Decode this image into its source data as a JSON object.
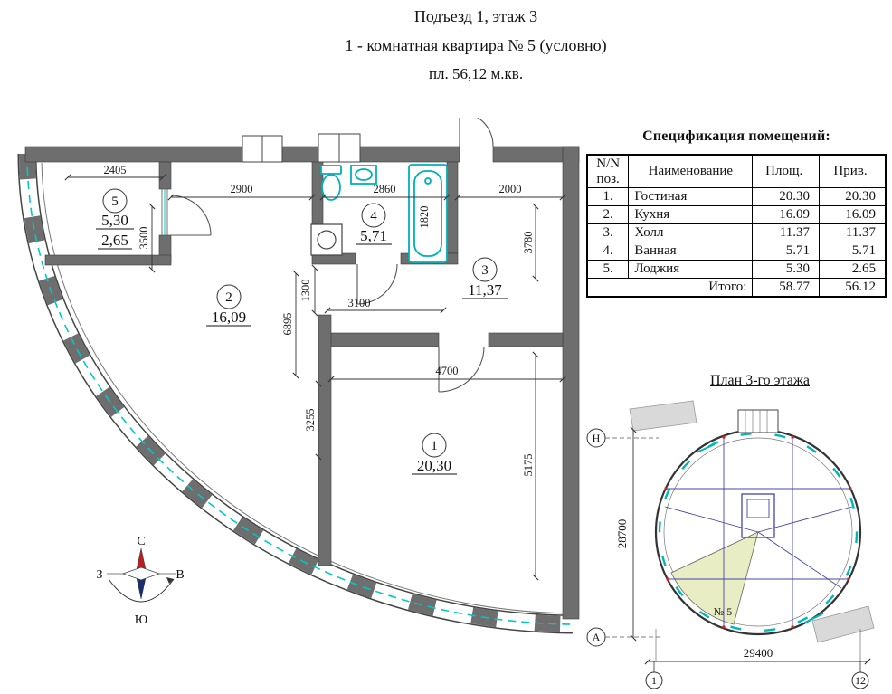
{
  "header": {
    "line1": "Подъезд 1, этаж 3",
    "line2": "1 - комнатная квартира № 5 (условно)",
    "line3": "пл. 56,12 м.кв."
  },
  "spec": {
    "title": "Спецификация помещений:",
    "col_pos_1": "N/N",
    "col_pos_2": "поз.",
    "col_name": "Наименование",
    "col_area": "Площ.",
    "col_priv": "Прив.",
    "rows": [
      {
        "pos": "1.",
        "name": "Гостиная",
        "area": "20.30",
        "priv": "20.30"
      },
      {
        "pos": "2.",
        "name": "Кухня",
        "area": "16.09",
        "priv": "16.09"
      },
      {
        "pos": "3.",
        "name": "Холл",
        "area": "11.37",
        "priv": "11.37"
      },
      {
        "pos": "4.",
        "name": "Ванная",
        "area": "5.71",
        "priv": "5.71"
      },
      {
        "pos": "5.",
        "name": "Лоджия",
        "area": "5.30",
        "priv": "2.65"
      }
    ],
    "total_label": "Итого:",
    "total_area": "58.77",
    "total_priv": "56.12"
  },
  "plan": {
    "rooms": {
      "r1": {
        "num": "1",
        "area": "20,30"
      },
      "r2": {
        "num": "2",
        "area": "16,09"
      },
      "r3": {
        "num": "3",
        "area": "11,37"
      },
      "r4": {
        "num": "4",
        "area": "5,71"
      },
      "r5": {
        "num": "5",
        "area": "5,30",
        "area_reduced": "2,65"
      }
    },
    "dims": {
      "d2405": "2405",
      "d2900": "2900",
      "d2860": "2860",
      "d2000": "2000",
      "d3500": "3500",
      "d1820": "1820",
      "d3780": "3780",
      "d1300": "1300",
      "d3100": "3100",
      "d6895": "6895",
      "d4700": "4700",
      "d3255": "3255",
      "d5175": "5175"
    }
  },
  "compass": {
    "n": "С",
    "s": "Ю",
    "w": "З",
    "e": "В"
  },
  "mini": {
    "title": "План 3-го этажа",
    "dim_height": "28700",
    "dim_width": "29400",
    "marker_top": "Н",
    "marker_bottom": "А",
    "apt_label": "№ 5",
    "axis_first": "1",
    "axis_last": "12"
  },
  "colors": {
    "wall": "#6e6e6e",
    "fixture": "#00b0b8",
    "glass": "#00c8c8",
    "highlight": "#e9edc4"
  }
}
